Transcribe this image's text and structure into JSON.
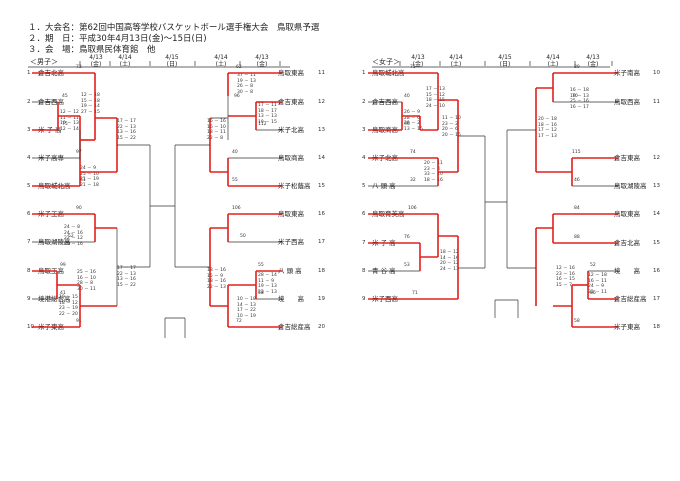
{
  "header": {
    "line1": "１．大会名：第62回中国高等学校バスケットボール選手権大会　鳥取県予選",
    "line2": "２．期　日：平成30年4月13日(金)～15日(日)",
    "line3": "３．会　場：鳥取県民体育館　他"
  },
  "sections": {
    "male": "＜男子＞",
    "female": "＜女子＞"
  },
  "dates": {
    "male": [
      "4/13\n(金)",
      "4/14\n(土)",
      "4/15\n(日)",
      "4/14\n(土)",
      "4/13\n(金)"
    ],
    "female": [
      "4/13\n(金)",
      "4/14\n(土)",
      "4/15\n(日)",
      "4/14\n(土)",
      "4/13\n(金)"
    ]
  },
  "male_left": [
    {
      "num": "1",
      "name": "倉吉北高"
    },
    {
      "num": "2",
      "name": "倉吉西高"
    },
    {
      "num": "3",
      "name": "米 子 高"
    },
    {
      "num": "4",
      "name": "米子高専"
    },
    {
      "num": "5",
      "name": "鳥取城北高"
    },
    {
      "num": "6",
      "name": "米子工高"
    },
    {
      "num": "7",
      "name": "鳥取湖陵高"
    },
    {
      "num": "8",
      "name": "鳥取工高"
    },
    {
      "num": "9",
      "name": "境港総合高"
    },
    {
      "num": "10",
      "name": "米子東高"
    }
  ],
  "male_right": [
    {
      "num": "11",
      "name": "鳥取東高"
    },
    {
      "num": "12",
      "name": "倉吉東高"
    },
    {
      "num": "13",
      "name": "米子北高"
    },
    {
      "num": "14",
      "name": "鳥取商高"
    },
    {
      "num": "15",
      "name": "米子松蔭高"
    },
    {
      "num": "16",
      "name": "鳥取東高"
    },
    {
      "num": "17",
      "name": "米子西高"
    },
    {
      "num": "18",
      "name": "八 頭 高"
    },
    {
      "num": "19",
      "name": "境　　高"
    },
    {
      "num": "20",
      "name": "倉吉総産高"
    }
  ],
  "female_left": [
    {
      "num": "1",
      "name": "鳥取城北高"
    },
    {
      "num": "2",
      "name": "倉吉西高"
    },
    {
      "num": "3",
      "name": "鳥取商高"
    },
    {
      "num": "4",
      "name": "米子北高"
    },
    {
      "num": "5",
      "name": "八 頭 高"
    },
    {
      "num": "6",
      "name": "鳥取育英高"
    },
    {
      "num": "7",
      "name": "米 子 高"
    },
    {
      "num": "8",
      "name": "青 谷 高"
    },
    {
      "num": "9",
      "name": "米子西高"
    }
  ],
  "female_right": [
    {
      "num": "10",
      "name": "米子南高"
    },
    {
      "num": "11",
      "name": "鳥取西高"
    },
    {
      "num": "12",
      "name": "倉吉東高"
    },
    {
      "num": "13",
      "name": "鳥取湖陵高"
    },
    {
      "num": "14",
      "name": "鳥取東高"
    },
    {
      "num": "15",
      "name": "倉吉北高"
    },
    {
      "num": "16",
      "name": "境　　高"
    },
    {
      "num": "17",
      "name": "倉吉総産高"
    },
    {
      "num": "18",
      "name": "米子東高"
    }
  ],
  "results": {
    "m_l1": "73",
    "m_l2": "45",
    "m_l3": "75",
    "m_l4": "97",
    "m_l5": "51",
    "m_l6": "90",
    "m_l7": "52",
    "m_l8": "99",
    "m_l9": "41",
    "m_l10": "91",
    "m_r1": "62",
    "m_r2": "96",
    "m_r3": "112",
    "m_r4": "40",
    "m_r5": "55",
    "m_r6": "106",
    "m_r7": "50",
    "m_r8": "55",
    "m_r9": "58",
    "m_r10": "72",
    "f_l1": "75",
    "f_l2": "40",
    "f_l3": "96",
    "f_l4": "74",
    "f_l5": "32",
    "f_l6": "106",
    "f_l7": "76",
    "f_l8": "53",
    "f_l9": "71",
    "f_r1": "89",
    "f_r2": "70",
    "f_r3": "115",
    "f_r4": "46",
    "f_r5": "84",
    "f_r6": "88",
    "f_r7": "52",
    "f_r8": "66",
    "f_r9": "58"
  },
  "quarters": {
    "m_q1": "12 － 18\n15 － 18\n19 － 14\n27 － 15",
    "m_q2": "12 － 12\n11 － 11\n10 － 13\n12 － 14",
    "m_q3": "24 － 9\n25 － 10\n21 － 19\n21 － 18",
    "m_q4": "17 － 17\n22 － 13\n13 － 16\n15 － 22",
    "m_q5": "24 － 8\n24 － 16\n22 － 12\n20 － 16",
    "m_q6": "17 － 17\n22 － 13\n13 － 16\n15 － 22",
    "m_q7": "25 － 16\n16 － 10\n28 － 8\n30 － 11",
    "m_q8": "19 － 15\n18 － 12\n23 － 19\n22 － 20",
    "m_q9": "37 － 11\n19 － 13\n26 － 8\n30 － 8",
    "m_q10": "17 － 11\n18 － 17\n13 － 13\n19 － 15",
    "m_q11": "16 － 16\n16 － 10\n18 － 11\n22 － 8",
    "m_q12": "18 － 16\n15 － 9\n18 － 16\n22 － 13",
    "m_q13": "28 － 14\n11 － 9\n19 － 13\n23 － 13",
    "m_q14": "10 － 18\n14 － 13\n17 － 22\n10 － 19",
    "f_q1": "17 － 13\n15 － 12\n18 － 15\n24 － 10",
    "f_q2": "26 － 9\n28 － 6\n29 － 2\n13 － 15",
    "f_q3": "11 － 10\n23 － 2\n20 － 6\n20 － 15",
    "f_q4": "20 － 11\n23 － 4\n33 － 10\n18 － 16",
    "f_q5": "18 － 12\n14 － 16\n20 － 12\n24 － 13",
    "f_q6": "16 － 18\n19 － 13\n25 － 16\n16 － 17",
    "f_q7": "20 － 18\n18 － 16\n17 － 12\n17 － 13",
    "f_q8": "12 － 16\n23 － 16\n16 － 15\n15 － 7",
    "f_q9": "12 － 18\n16 － 11\n24 － 9\n22 － 11"
  },
  "colors": {
    "winner": "#e0201c",
    "line": "#333333"
  }
}
